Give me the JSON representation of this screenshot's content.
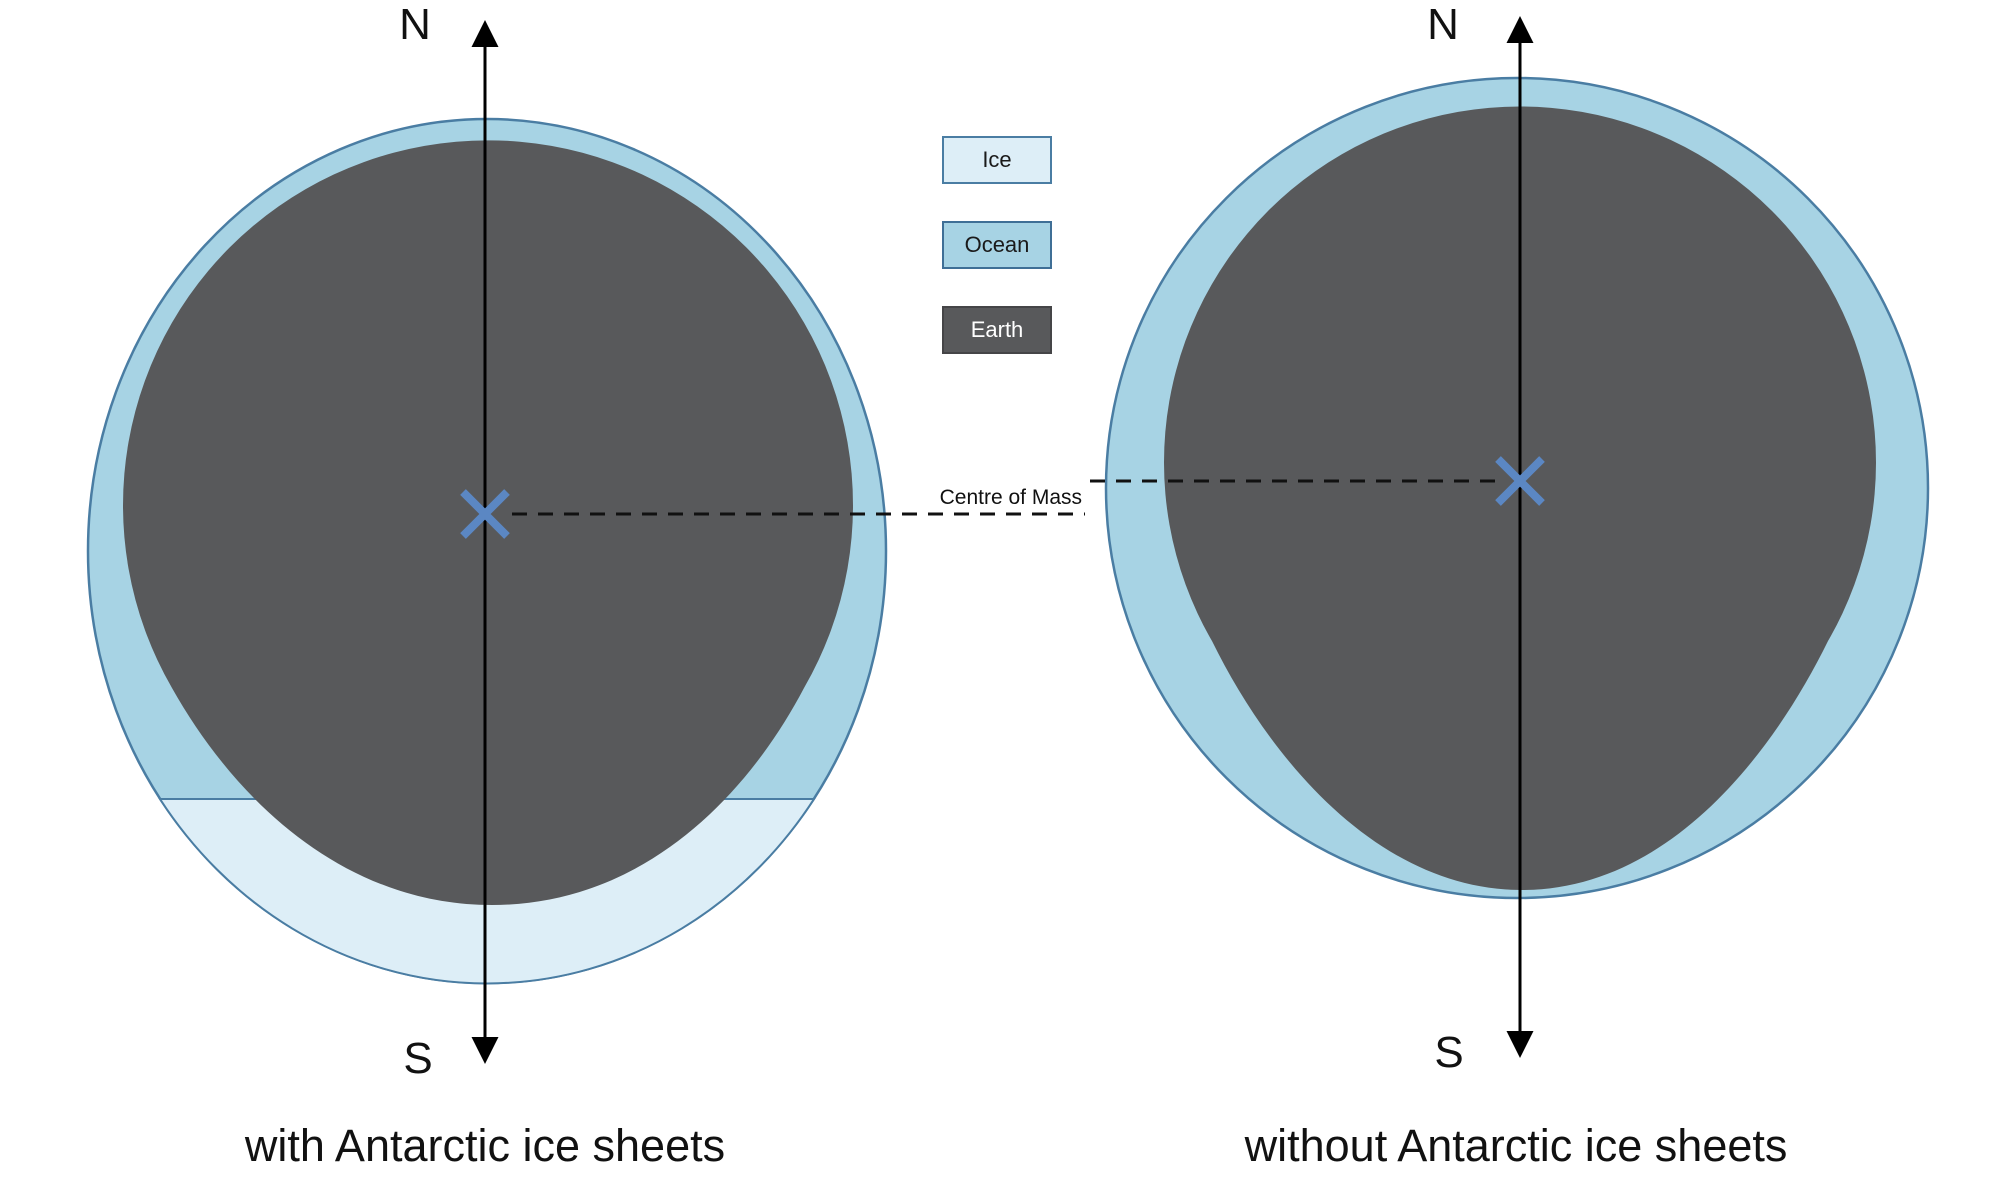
{
  "legend": {
    "items": [
      {
        "label": "Ice",
        "color": "#ddeef7"
      },
      {
        "label": "Ocean",
        "color": "#a7d3e4"
      },
      {
        "label": "Earth",
        "color": "#58595b"
      }
    ]
  },
  "centre_of_mass_label": "Centre of Mass",
  "diagrams": [
    {
      "caption": "with Antarctic ice sheets",
      "north_label": "N",
      "south_label": "S"
    },
    {
      "caption": "without Antarctic ice sheets",
      "north_label": "N",
      "south_label": "S"
    }
  ],
  "colors": {
    "ice": "#ddeef7",
    "ocean": "#a7d3e4",
    "earth": "#58595b",
    "outline": "#4a7da3",
    "centre_of_mass_marker": "#5b87c3",
    "axis": "#000000"
  }
}
